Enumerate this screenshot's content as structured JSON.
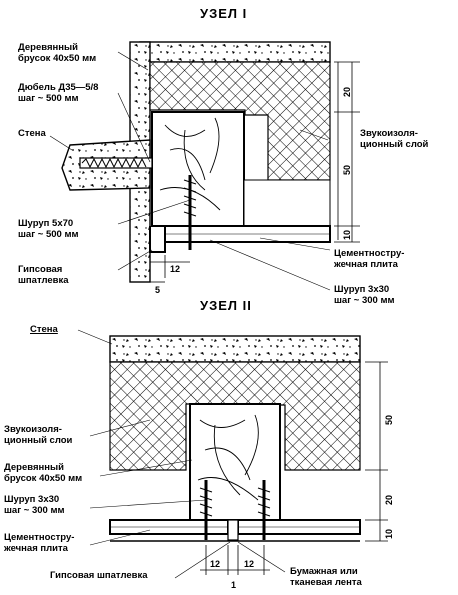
{
  "node1": {
    "title": "УЗЕЛ  I",
    "labels": {
      "beam_line1": "Деревянный",
      "beam_line2": "брусок 40х50 мм",
      "dowel_line1": "Дюбель Д35—5/8",
      "dowel_line2": "шаг ~ 500 мм",
      "wall": "Стена",
      "sound_line1": "Звукоизоля-",
      "sound_line2": "ционный слой",
      "screw_line1": "Шуруп 5х70",
      "screw_line2": "шаг ~ 500 мм",
      "gypsum_line1": "Гипсовая",
      "gypsum_line2": "шпатлевка",
      "cement_line1": "Цементностру-",
      "cement_line2": "жечная плита",
      "screw2_line1": "Шуруп 3х30",
      "screw2_line2": "шаг ~ 300 мм"
    },
    "dims": {
      "d20": "20",
      "d50": "50",
      "d10": "10",
      "d12": "12",
      "d5": "5"
    }
  },
  "node2": {
    "title": "УЗЕЛ  II",
    "labels": {
      "wall": "Стена",
      "sound_line1": "Звукоизоля-",
      "sound_line2": "ционный слои",
      "beam_line1": "Деревянный",
      "beam_line2": "брусок 40х50 мм",
      "screw_line1": "Шуруп 3х30",
      "screw_line2": "шаг ~ 300 мм",
      "cement_line1": "Цементностру-",
      "cement_line2": "жечная плита",
      "gypsum": "Гипсовая шпатлевка",
      "tape_line1": "Бумажная или",
      "tape_line2": "тканевая лента"
    },
    "dims": {
      "d50": "50",
      "d20": "20",
      "d10": "10",
      "d12a": "12",
      "d12b": "12",
      "d1": "1"
    }
  }
}
